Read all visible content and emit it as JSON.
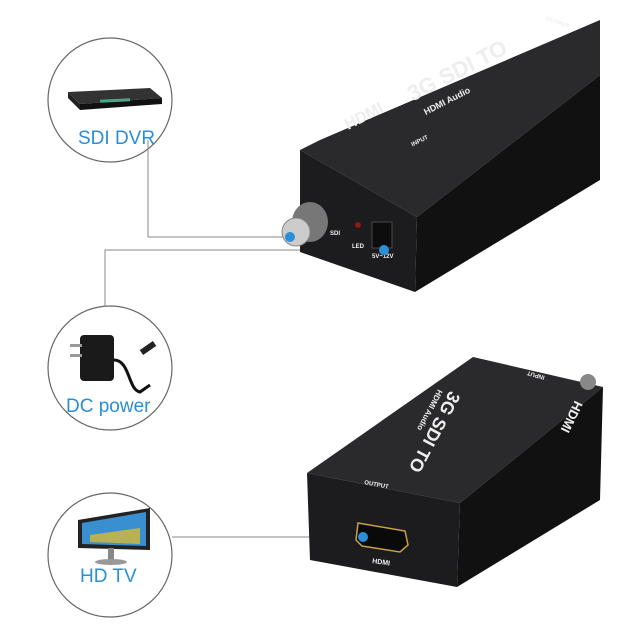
{
  "colors": {
    "accent": "#2a8fd8",
    "line": "#8a8a8a",
    "device": "#1c1c1e",
    "circle": "#666666"
  },
  "sources": [
    {
      "label": "SDI DVR",
      "icon": "dvr-recorder-icon"
    },
    {
      "label": "DC power",
      "icon": "power-adapter-icon"
    },
    {
      "label": "HD TV",
      "icon": "monitor-icon"
    }
  ],
  "device_top": {
    "brand": "HDMI",
    "title": "3G SDI TO",
    "subtitle": "HDMI Audio",
    "input_label": "INPUT",
    "output_label": "OUTPUT",
    "port_sdi": "SDI",
    "port_led": "LED",
    "port_power": "5V~12V"
  },
  "device_bottom": {
    "brand": "HDMI",
    "title": "3G SDI TO",
    "subtitle": "HDMI Audio",
    "input_label": "INPUT",
    "output_label": "OUTPUT",
    "port_hdmi": "HDMI"
  }
}
